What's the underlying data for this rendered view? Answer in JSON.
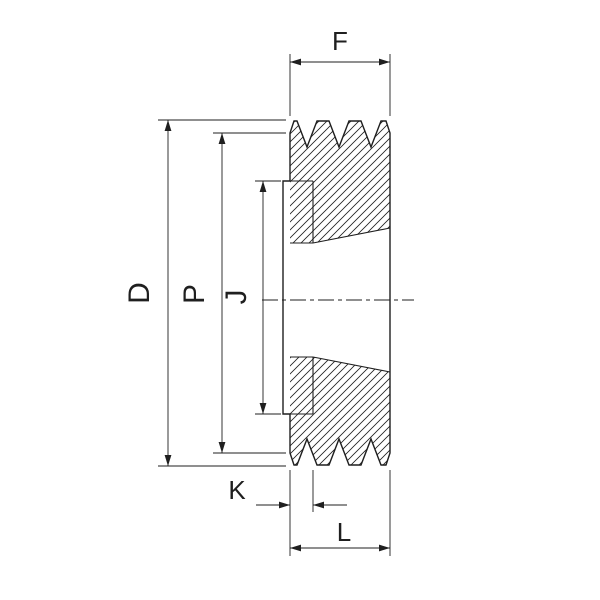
{
  "dimensions": {
    "f": "F",
    "d": "D",
    "p": "P",
    "j": "J",
    "k": "K",
    "l": "L"
  },
  "colors": {
    "line": "#1f1f1f",
    "background": "#ffffff",
    "hatch": "#1f1f1f"
  }
}
